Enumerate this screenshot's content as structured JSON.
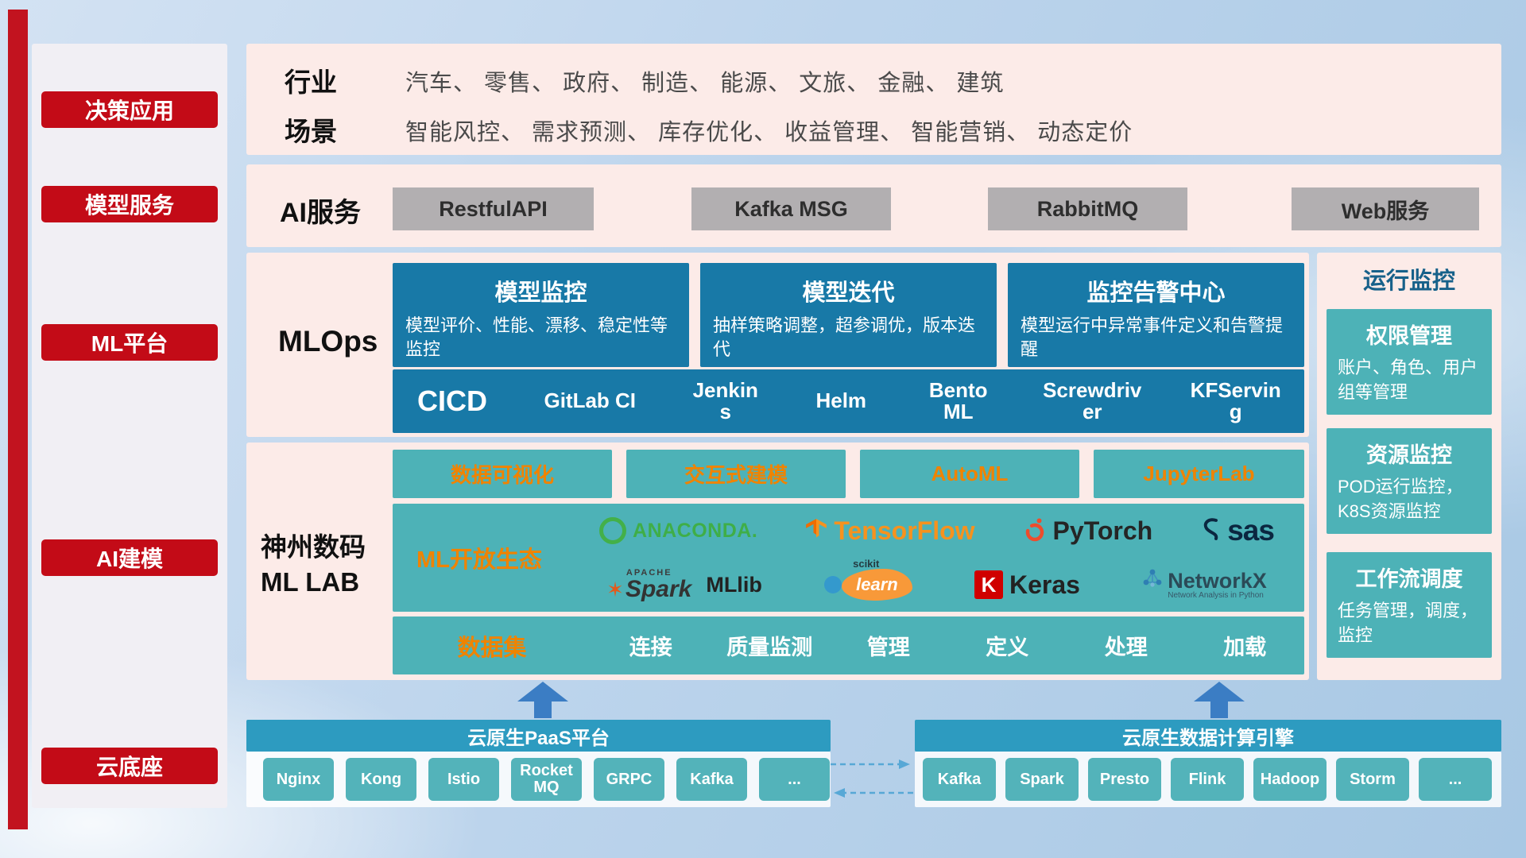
{
  "colors": {
    "red": "#c30b17",
    "mlops_blue": "#1879a7",
    "teal": "#4db2b7",
    "orange": "#f08300",
    "header_blue": "#2d9bc0"
  },
  "sidebar": {
    "items": [
      {
        "label": "决策应用"
      },
      {
        "label": "模型服务"
      },
      {
        "label": "ML平台"
      },
      {
        "label": "AI建模"
      },
      {
        "label": "云底座"
      }
    ]
  },
  "industry": {
    "row1_label": "行业",
    "row1_items": "汽车、 零售、 政府、 制造、 能源、 文旅、 金融、 建筑",
    "row2_label": "场景",
    "row2_items": "智能风控、 需求预测、 库存优化、 收益管理、 智能营销、 动态定价"
  },
  "ai_service": {
    "label": "AI服务",
    "items": [
      "RestfulAPI",
      "Kafka MSG",
      "RabbitMQ",
      "Web服务"
    ]
  },
  "mlops": {
    "label": "MLOps",
    "cards": [
      {
        "title": "模型监控",
        "desc": "模型评价、性能、漂移、稳定性等监控"
      },
      {
        "title": "模型迭代",
        "desc": "抽样策略调整，超参调优，版本迭代"
      },
      {
        "title": "监控告警中心",
        "desc": "模型运行中异常事件定义和告警提醒"
      }
    ],
    "cicd_label": "CICD",
    "cicd_items": [
      "GitLab CI",
      "Jenkins",
      "Helm",
      "BentoML",
      "Screwdriver",
      "KFServing"
    ]
  },
  "mllab": {
    "label_line1": "神州数码",
    "label_line2": "ML LAB",
    "tools": [
      "数据可视化",
      "交互式建模",
      "AutoML",
      "JupyterLab"
    ],
    "ecosystem_label": "ML开放生态",
    "logos": {
      "anaconda": "ANACONDA.",
      "tensorflow": "TensorFlow",
      "pytorch": "PyTorch",
      "sas": "sas",
      "spark_apache": "APACHE",
      "spark_star": "✶",
      "spark": "Spark",
      "mllib": "MLlib",
      "scikit_top": "scikit",
      "scikit": "learn",
      "keras_k": "K",
      "keras": "Keras",
      "networkx": "NetworkX",
      "networkx_sub": "Network Analysis in Python"
    },
    "dataset_label": "数据集",
    "dataset_items": [
      "连接",
      "质量监测",
      "管理",
      "定义",
      "处理",
      "加载"
    ]
  },
  "monitoring": {
    "title": "运行监控",
    "cards": [
      {
        "title": "权限管理",
        "desc": "账户、角色、用户组等管理"
      },
      {
        "title": "资源监控",
        "desc": "POD运行监控，K8S资源监控"
      },
      {
        "title": "工作流调度",
        "desc": "任务管理，调度，监控"
      }
    ]
  },
  "paas": {
    "title": "云原生PaaS平台",
    "items": [
      "Nginx",
      "Kong",
      "Istio",
      "RocketMQ",
      "GRPC",
      "Kafka",
      "..."
    ]
  },
  "data_engine": {
    "title": "云原生数据计算引擎",
    "items": [
      "Kafka",
      "Spark",
      "Presto",
      "Flink",
      "Hadoop",
      "Storm",
      "..."
    ]
  }
}
